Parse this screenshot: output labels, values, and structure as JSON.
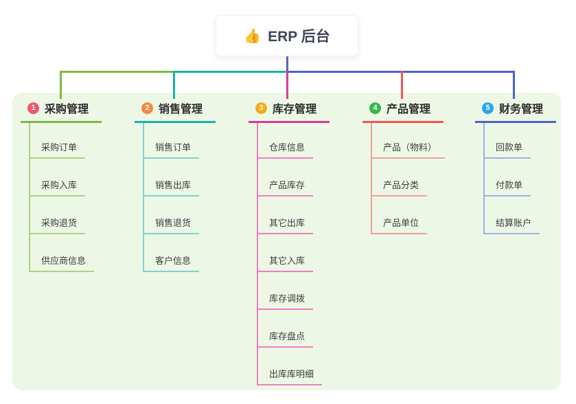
{
  "root": {
    "icon": "👍",
    "label": "ERP 后台"
  },
  "colors": {
    "root_line": "#5560c8",
    "panel_bg": "#edf7e6"
  },
  "branches": [
    {
      "num": "1",
      "label": "采购管理",
      "color": "#7cb93f",
      "light": "#a9d480",
      "badge": "#f0566d",
      "children": [
        "采购订单",
        "采购入库",
        "采购退货",
        "供应商信息"
      ]
    },
    {
      "num": "2",
      "label": "销售管理",
      "color": "#19b2a8",
      "light": "#82d2cb",
      "badge": "#f6883f",
      "children": [
        "销售订单",
        "销售出库",
        "销售退货",
        "客户信息"
      ]
    },
    {
      "num": "3",
      "label": "库存管理",
      "color": "#dc3a97",
      "light": "#ee7fc0",
      "badge": "#f8ab17",
      "children": [
        "仓库信息",
        "产品库存",
        "其它出库",
        "其它入库",
        "库存调拨",
        "库存盘点",
        "出库库明细"
      ]
    },
    {
      "num": "4",
      "label": "产品管理",
      "color": "#f2574f",
      "light": "#f59d97",
      "badge": "#36b84e",
      "children": [
        "产品（物料）",
        "产品分类",
        "产品单位"
      ]
    },
    {
      "num": "5",
      "label": "财务管理",
      "color": "#4a63c8",
      "light": "#9bb0e4",
      "badge": "#2ca6e4",
      "children": [
        "回款单",
        "付款单",
        "结算账户"
      ]
    }
  ]
}
